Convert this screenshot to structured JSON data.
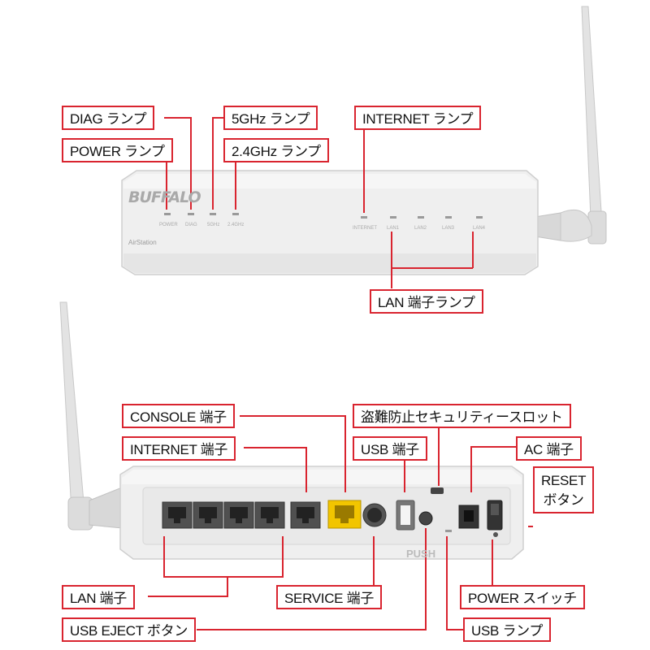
{
  "labels": {
    "diag": "DIAG ランプ",
    "power_lamp": "POWER ランプ",
    "ghz5": "5GHz ランプ",
    "ghz24": "2.4GHz ランプ",
    "internet_lamp": "INTERNET ランプ",
    "lan_lamp": "LAN 端子ランプ",
    "console": "CONSOLE 端子",
    "internet_port": "INTERNET 端子",
    "antitheft": "盗難防止セキュリティースロット",
    "usb_port": "USB 端子",
    "ac": "AC 端子",
    "reset_line1": "RESET",
    "reset_line2": "ボタン",
    "lan_port": "LAN 端子",
    "service": "SERVICE 端子",
    "power_switch": "POWER スイッチ",
    "usb_eject": "USB EJECT ボタン",
    "usb_lamp": "USB ランプ"
  },
  "device": {
    "brand": "BUFFALO",
    "sub_brand": "AirStation",
    "front_led_labels": [
      "POWER",
      "DIAG",
      "5GHz",
      "2.4GHz",
      "INTERNET",
      "LAN1",
      "LAN2",
      "LAN3",
      "LAN4"
    ],
    "rear_text": "PUSH"
  },
  "colors": {
    "callout": "#d9242f",
    "device_body": "#eeeeee",
    "console_port": "#f2c500"
  }
}
